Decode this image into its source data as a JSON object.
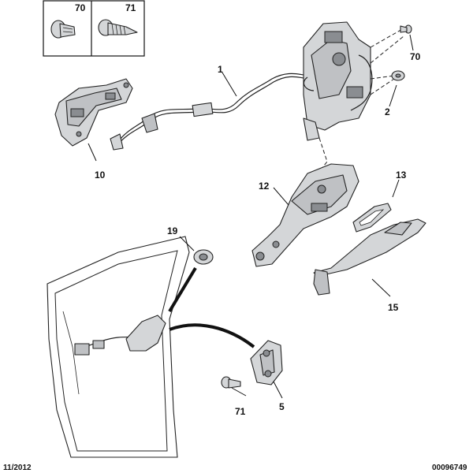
{
  "callouts": {
    "c70_box": "70",
    "c71_box": "71",
    "c1": "1",
    "c70_right": "70",
    "c2": "2",
    "c10": "10",
    "c12": "12",
    "c13": "13",
    "c19": "19",
    "c15": "15",
    "c71_bottom": "71",
    "c5": "5"
  },
  "footer": {
    "date": "11/2012",
    "reference": "00096749"
  }
}
